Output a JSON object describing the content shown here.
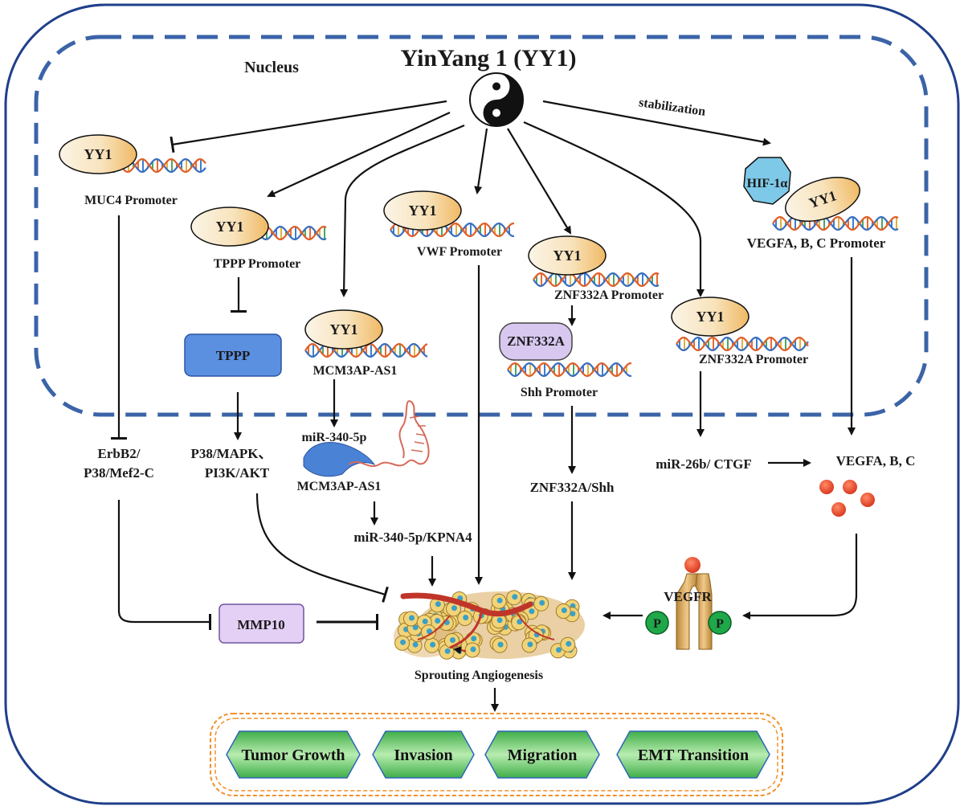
{
  "title": "YinYang 1 (YY1)",
  "nucleus_label": "Nucleus",
  "stabilization_label": "stabilization",
  "yy1_label": "YY1",
  "hif_label": "HIF-1α",
  "p_label": "P",
  "promoters": {
    "muc4": "MUC4 Promoter",
    "tppp": "TPPP Promoter",
    "vwf": "VWF Promoter",
    "znf_top": "ZNF332A Promoter",
    "znf_right": "ZNF332A Promoter",
    "vegfa": "VEGFA, B, C Promoter",
    "shh": "Shh Promoter"
  },
  "nodes": {
    "tppp_box": "TPPP",
    "mcm3ap_nuc": "MCM3AP-AS1",
    "znf332a_protein": "ZNF332A",
    "erbb2_line1": "ErbB2/",
    "erbb2_line2": "P38/Mef2-C",
    "p38_line1": "P38/MAPK、",
    "p38_line2": "PI3K/AKT",
    "mir340_label": "miR-340-5p",
    "mcm3ap_cyto": "MCM3AP-AS1",
    "mir340_kpna4": "miR-340-5p/KPNA4",
    "znf_shh": "ZNF332A/Shh",
    "mir26b": "miR-26b/ CTGF",
    "vegf_abc": "VEGFA, B, C",
    "vegfr": "VEGFR",
    "mmp10": "MMP10",
    "sprouting": "Sprouting Angiogenesis"
  },
  "phenotypes": [
    "Tumor Growth",
    "Invasion",
    "Migration",
    "EMT Transition"
  ],
  "colors": {
    "outer_border": "#1f3f8a",
    "nucleus_border": "#3b64a8",
    "tppp_box": "#5b8fe0",
    "mmp10_box": "#e4cff5",
    "znf_box": "#d8c8f0",
    "hif": "#7ec8e8",
    "ligand": "#e84a2a",
    "receptor": "#d9a860",
    "phospho": "#1fa84a",
    "phenotype_fill": "#7fd07a",
    "phenotype_border": "#2e66b8",
    "bottom_box_border": "#f0902a"
  }
}
